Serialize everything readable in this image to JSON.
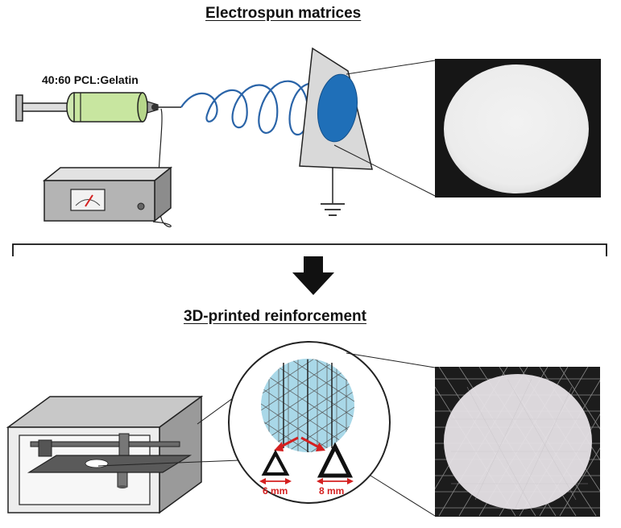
{
  "titles": {
    "top": "Electrospun matrices",
    "bottom": "3D-printed reinforcement"
  },
  "labels": {
    "solution": "40:60 PCL:Gelatin",
    "small_triangle": "6 mm",
    "large_triangle": "8 mm"
  },
  "colors": {
    "syringe_fill": "#c8e6a0",
    "fiber_blue": "#2a64a8",
    "mat_blue": "#1f6fb8",
    "grid_cyan": "#a9d8e8",
    "arrow_red": "#d42020"
  }
}
